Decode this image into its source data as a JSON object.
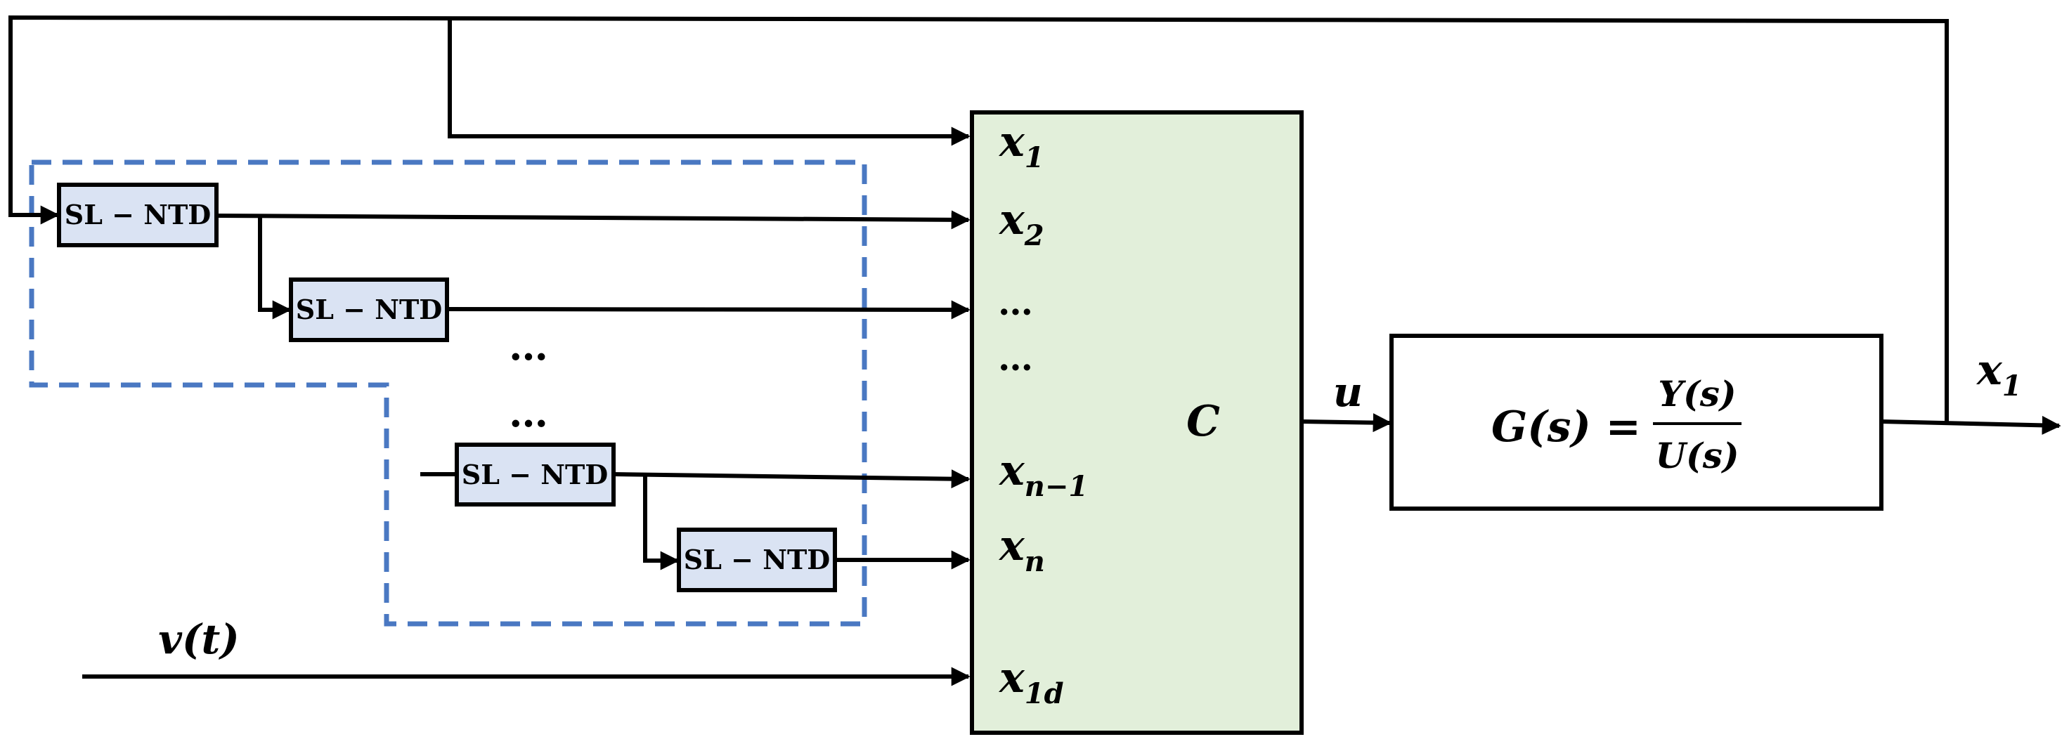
{
  "diagram": {
    "colors": {
      "controller_fill": "#e2efda",
      "ntd_fill": "#dae3f3",
      "dashed_group": "#4a78c2",
      "line": "#000000"
    },
    "ntd_blocks": [
      {
        "label": "SL − NTD"
      },
      {
        "label": "SL − NTD"
      },
      {
        "label": "SL − NTD"
      },
      {
        "label": "SL − NTD"
      }
    ],
    "ellipsis_between_blocks": [
      "…",
      "…"
    ],
    "controller": {
      "label": "C",
      "inputs": [
        {
          "base": "x",
          "sub": "1"
        },
        {
          "base": "x",
          "sub": "2"
        },
        {
          "base": "…",
          "sub": ""
        },
        {
          "base": "…",
          "sub": ""
        },
        {
          "base": "x",
          "sub": "n−1"
        },
        {
          "base": "x",
          "sub": "n"
        },
        {
          "base": "x",
          "sub": "1d"
        }
      ]
    },
    "control_signal": "u",
    "reference_signal": "v(t)",
    "plant": {
      "lhs": "G(s) =",
      "numerator": "Y(s)",
      "denominator": "U(s)"
    },
    "output": {
      "base": "x",
      "sub": "1"
    }
  }
}
